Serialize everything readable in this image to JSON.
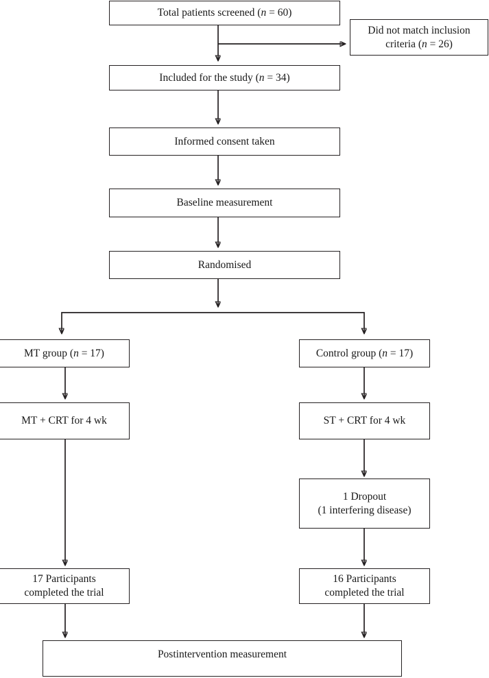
{
  "diagram": {
    "title": "CONSORT participant flow diagram",
    "line_color": "#231f20",
    "box_fill": "#ffffff",
    "nodes": {
      "screened": "Total patients screened (n = 60)",
      "excluded": "Did not match inclusion\ncriteria (n = 26)",
      "included": "Included for the study (n = 34)",
      "consent": "Informed consent taken",
      "baseline": "Baseline measurement",
      "randomised": "Randomised",
      "mt_group": "MT group (n = 17)",
      "control_group": "Control group (n = 17)",
      "mt_intervention": "MT + CRT for 4 wk",
      "st_intervention": "ST + CRT for 4 wk",
      "dropout": "1 Dropout\n(1 interfering disease)",
      "mt_completed": "17 Participants\ncompleted the trial",
      "control_completed": "16 Participants\ncompleted the trial",
      "postintervention": "Postintervention measurement"
    },
    "counts": {
      "screened_n": 60,
      "excluded_n": 26,
      "included_n": 34,
      "mt_group_n": 17,
      "control_group_n": 17,
      "dropout_n": 1,
      "mt_completed_n": 17,
      "control_completed_n": 16
    }
  }
}
